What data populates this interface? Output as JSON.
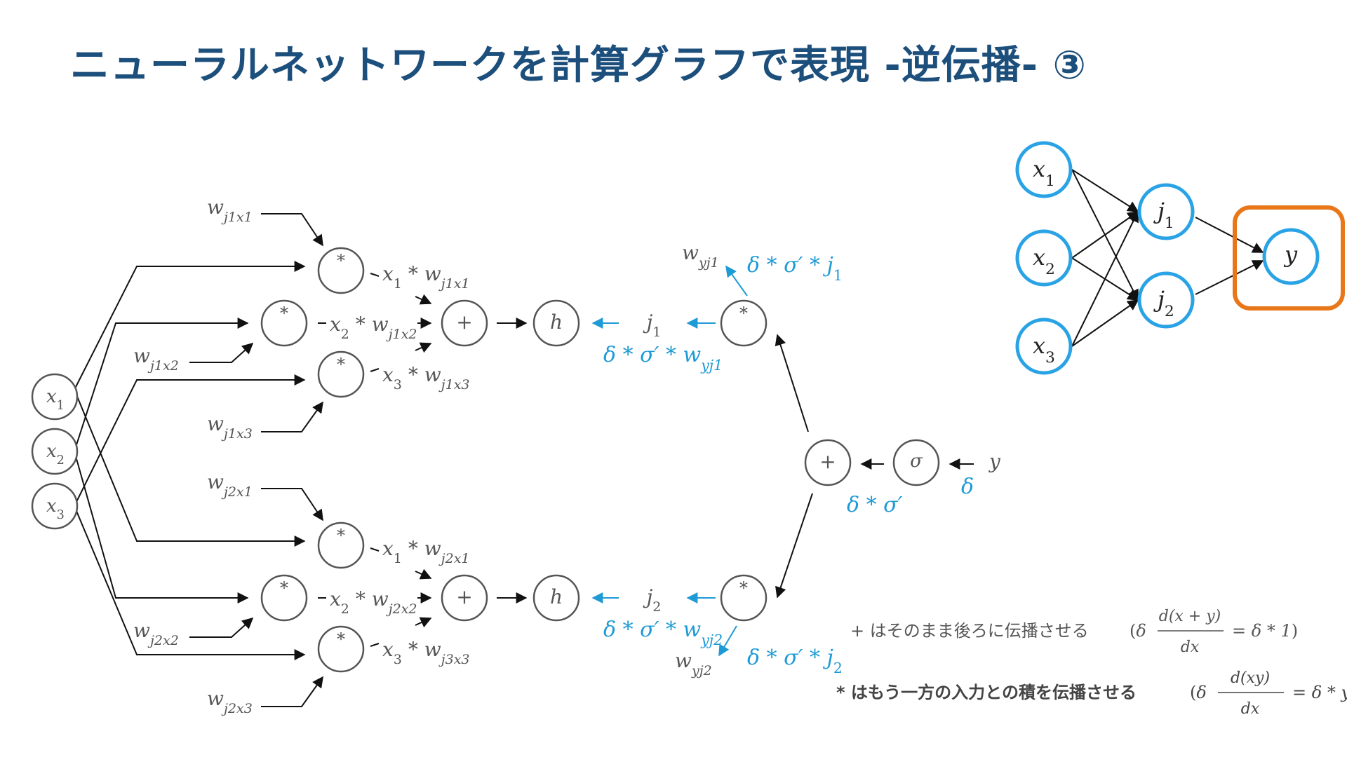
{
  "title": "ニューラルネットワークを計算グラフで表現 -逆伝播- ③",
  "colors": {
    "title": "#1d4f7c",
    "node_stroke": "#555555",
    "backprop": "#1e9ad6",
    "network_node": "#29a3e6",
    "highlight": "#e8771a"
  },
  "inputs": [
    "x₁",
    "x₂",
    "x₃"
  ],
  "weights_top": [
    "w_j1x1",
    "w_j1x2",
    "w_j1x3"
  ],
  "weights_bottom": [
    "w_j2x1",
    "w_j2x2",
    "w_j2x3"
  ],
  "products_top": [
    "x₁ * w_j1x1",
    "x₂ * w_j1x2",
    "x₃ * w_j1x3"
  ],
  "products_bottom": [
    "x₁ * w_j2x1",
    "x₂ * w_j2x2",
    "x₃ * w_j3x3"
  ],
  "ops": {
    "mul": "*",
    "add": "+",
    "activation": "h",
    "sigma": "σ"
  },
  "hidden": [
    "j₁",
    "j₂"
  ],
  "output": "y",
  "weights_out": [
    "w_yj1",
    "w_yj2"
  ],
  "grads": {
    "delta": "δ",
    "sum": "δ * σ′",
    "wyj1": "δ * σ′ * j₁",
    "wyj2": "δ * σ′ * j₂",
    "j1": "δ * σ′ * w_yj1",
    "j2": "δ * σ′ * w_yj2"
  },
  "notes": {
    "plus_rule": "+ はそのまま後ろに伝播させる",
    "plus_formula_num": "d(x + y)",
    "plus_formula_den": "dx",
    "plus_formula_rhs": "= δ * 1",
    "mul_rule": "* はもう一方の入力との積を伝播させる",
    "mul_formula_num": "d(xy)",
    "mul_formula_den": "dx",
    "mul_formula_rhs": "= δ * y",
    "delta": "δ"
  },
  "network": {
    "inputs": [
      "x₁",
      "x₂",
      "x₃"
    ],
    "hidden": [
      "j₁",
      "j₂"
    ],
    "output": "y"
  }
}
